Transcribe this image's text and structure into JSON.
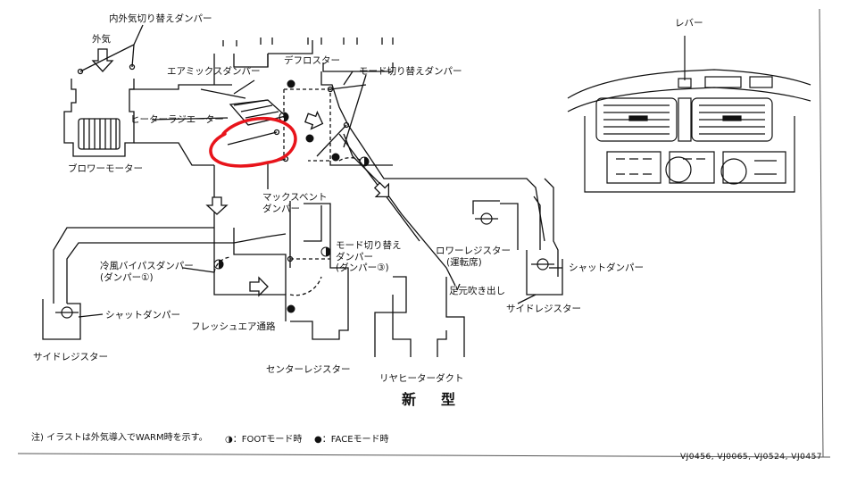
{
  "title": "新　型",
  "labels": {
    "inner_outer_damper": "内外気切り替えダンパー",
    "outside_air": "外気",
    "defroster": "デフロスター",
    "air_mix_damper": "エアミックスダンパー",
    "mode_damper_top": "モード切り替えダンパー",
    "heater_radiator": "ヒーターラジエーター",
    "blower_motor": "ブロワーモーター",
    "max_vent_damper_1": "マックスベント",
    "max_vent_damper_2": "ダンパー",
    "mode_damper3_1": "モード切り替え",
    "mode_damper3_2": "ダンパー",
    "mode_damper3_3": "(ダンパー③)",
    "cold_bypass_1": "冷風バイパスダンパー",
    "cold_bypass_2": "(ダンパー①)",
    "shut_damper_left": "シャットダンパー",
    "fresh_air_path": "フレッシュエア通路",
    "side_register_left": "サイドレジスター",
    "center_register": "センターレジスター",
    "lower_register_1": "ロワーレジスター",
    "lower_register_2": "(運転席)",
    "foot_outlet": "足元吹き出し",
    "rear_heater_duct": "リヤヒーターダクト",
    "shut_damper_right": "シャットダンパー",
    "side_register_right": "サイドレジスター",
    "lever": "レバー"
  },
  "footnote": {
    "text": "注) イラストは外気導入でWARM時を示す。",
    "foot_legend": "◑：FOOTモード時",
    "face_legend": "●：FACEモード時"
  },
  "reference": "VJ0456, VJ0065, VJ0524, VJ0457",
  "colors": {
    "ink": "#111111",
    "highlight": "#e8141b"
  }
}
